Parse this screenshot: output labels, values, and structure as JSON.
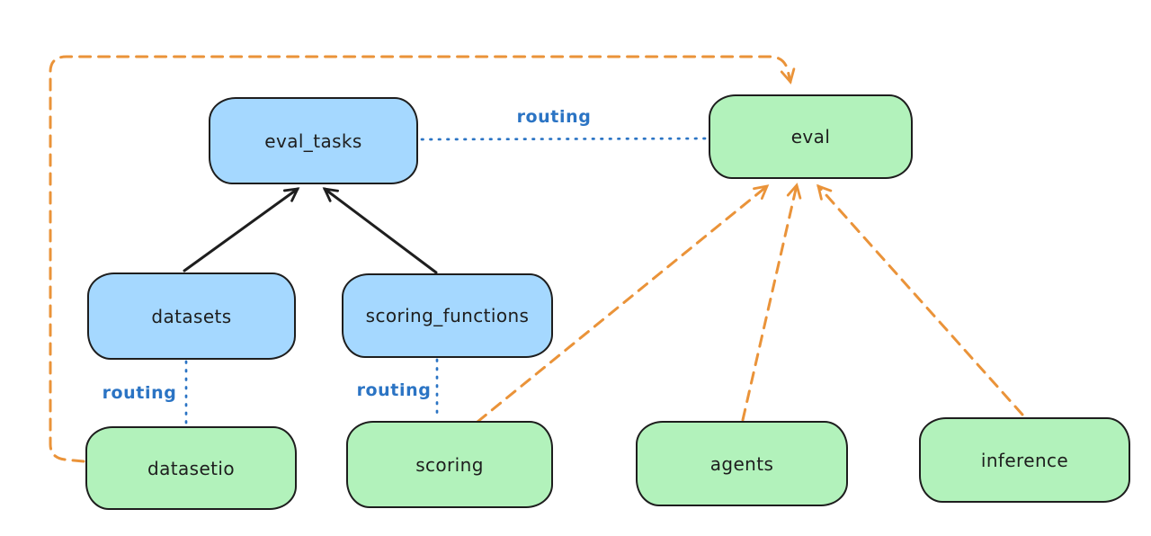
{
  "diagram": {
    "nodes": [
      {
        "id": "eval_tasks",
        "label": "eval_tasks",
        "color": "blue"
      },
      {
        "id": "eval",
        "label": "eval",
        "color": "green"
      },
      {
        "id": "datasets",
        "label": "datasets",
        "color": "blue"
      },
      {
        "id": "scoring_functions",
        "label": "scoring_functions",
        "color": "blue"
      },
      {
        "id": "datasetio",
        "label": "datasetio",
        "color": "green"
      },
      {
        "id": "scoring",
        "label": "scoring",
        "color": "green"
      },
      {
        "id": "agents",
        "label": "agents",
        "color": "green"
      },
      {
        "id": "inference",
        "label": "inference",
        "color": "green"
      }
    ],
    "edge_labels": [
      {
        "id": "routing-eval_tasks-eval",
        "label": "routing"
      },
      {
        "id": "routing-datasets-datasetio",
        "label": "routing"
      },
      {
        "id": "routing-scoring_functions-scoring",
        "label": "routing"
      }
    ],
    "edges": [
      {
        "from": "datasets",
        "to": "eval_tasks",
        "style": "solid",
        "color": "black",
        "arrow": true
      },
      {
        "from": "scoring_functions",
        "to": "eval_tasks",
        "style": "solid",
        "color": "black",
        "arrow": true
      },
      {
        "from": "eval_tasks",
        "to": "eval",
        "style": "dotted",
        "color": "blue",
        "arrow": false,
        "label": "routing"
      },
      {
        "from": "datasets",
        "to": "datasetio",
        "style": "dotted",
        "color": "blue",
        "arrow": false,
        "label": "routing"
      },
      {
        "from": "scoring_functions",
        "to": "scoring",
        "style": "dotted",
        "color": "blue",
        "arrow": false,
        "label": "routing"
      },
      {
        "from": "datasetio",
        "to": "eval",
        "style": "dashed",
        "color": "orange",
        "arrow": true
      },
      {
        "from": "scoring",
        "to": "eval",
        "style": "dashed",
        "color": "orange",
        "arrow": true
      },
      {
        "from": "agents",
        "to": "eval",
        "style": "dashed",
        "color": "orange",
        "arrow": true
      },
      {
        "from": "inference",
        "to": "eval",
        "style": "dashed",
        "color": "orange",
        "arrow": true
      }
    ],
    "colors": {
      "blue_node_fill": "#a5d8ff",
      "green_node_fill": "#b2f2bb",
      "node_stroke": "#1e1e1e",
      "routing_blue": "#2b74c4",
      "dependency_orange": "#ea9339",
      "background": "#ffffff"
    }
  }
}
